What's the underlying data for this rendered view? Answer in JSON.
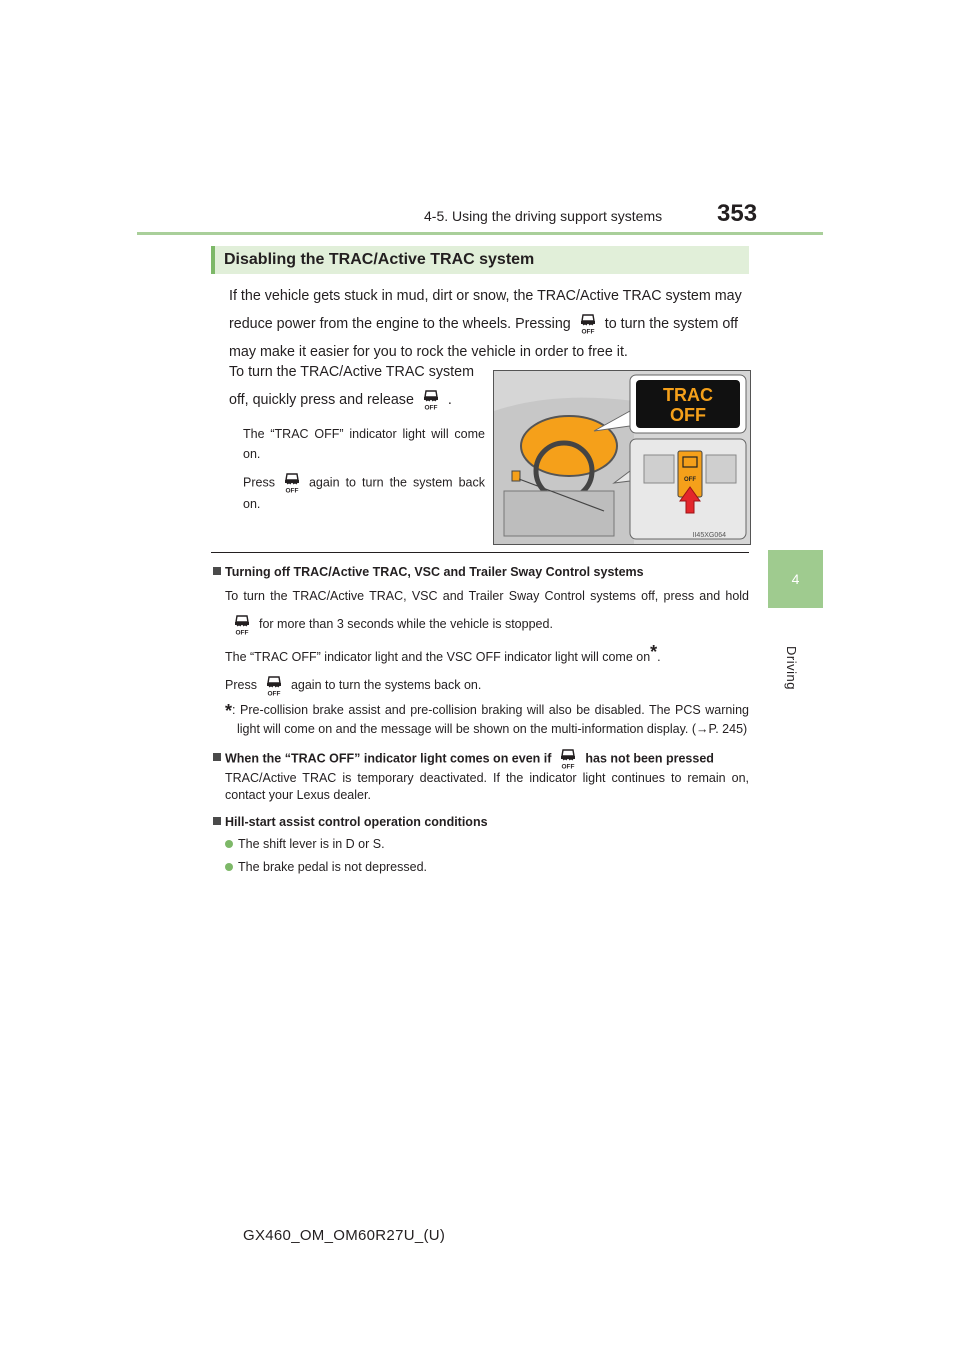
{
  "header": {
    "section": "4-5. Using the driving support systems",
    "page_number": "353"
  },
  "side_tab": {
    "chapter_number": "4",
    "chapter_label": "Driving"
  },
  "section": {
    "heading": "Disabling the TRAC/Active TRAC system",
    "intro_a": "If the vehicle gets stuck in mud, dirt or snow, the TRAC/Active TRAC system may reduce power from the engine to the wheels. Pressing",
    "intro_b": "to turn the system off may make it easier for you to rock the vehicle in order to free it.",
    "step_a": "To turn the TRAC/Active TRAC system off, quickly press and release",
    "step_b": ".",
    "indicator_note": "The “TRAC OFF” indicator light will come on.",
    "press_a": "Press",
    "press_b": "again to turn the system back on."
  },
  "illustration": {
    "indicator_line1": "TRAC",
    "indicator_line2": "OFF",
    "code": "II45XG064",
    "button_label": "OFF"
  },
  "notes": [
    {
      "title": "Turning off TRAC/Active TRAC, VSC and Trailer Sway Control systems",
      "line1_a": "To turn the TRAC/Active TRAC, VSC and Trailer Sway Control systems off, press and hold",
      "line1_b": "for more than 3 seconds while the vehicle is stopped.",
      "line2": "The “TRAC OFF” indicator light and the VSC OFF indicator light will come on",
      "line2_ast": "*",
      "line2_end": ".",
      "line3_a": "Press",
      "line3_b": "again to turn the systems back on.",
      "footnote_ast": "*",
      "footnote": ": Pre-collision brake assist and pre-collision braking will also be disabled. The PCS warning light will come on and the message will be shown on the multi-information display. (→P. 245)"
    },
    {
      "title_a": "When the “TRAC OFF” indicator light comes on even if",
      "title_b": "has not been pressed",
      "body": "TRAC/Active TRAC is temporary deactivated. If the indicator light continues to remain on, contact your Lexus dealer."
    },
    {
      "title": "Hill-start assist control operation conditions",
      "bullets": [
        "The shift lever is in D or S.",
        "The brake pedal is not depressed."
      ]
    }
  ],
  "footer": {
    "doc_code": "GX460_OM_OM60R27U_(U)"
  },
  "colors": {
    "accent_green": "#7db868",
    "heading_bg": "#e1efd9",
    "tab_green": "#9fcb8f",
    "indicator_orange": "#f5a01a"
  }
}
